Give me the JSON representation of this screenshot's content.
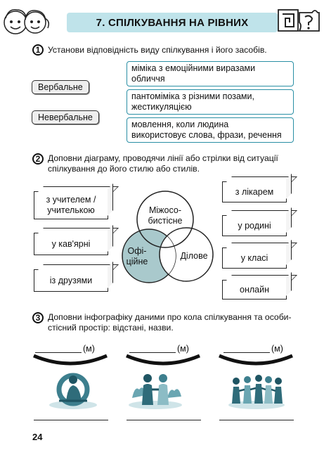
{
  "header": {
    "title": "7. СПІЛКУВАННЯ НА РІВНИХ"
  },
  "task1": {
    "number": "1",
    "instruction": "Установи відповідність виду спілкування і його засобів.",
    "types": [
      "Вербальне",
      "Невербальне"
    ],
    "definitions": [
      [
        "міміка з емоційними виразами",
        "обличчя"
      ],
      [
        "пантоміміка з різними позами,",
        "жестикуляцією"
      ],
      [
        "мовлення, коли людина",
        "використовує слова, фрази, речення"
      ]
    ]
  },
  "task2": {
    "number": "2",
    "instruction_lines": [
      "Доповни діаграму, проводячи лінії або стрілки від ситуації",
      "спілкування до його стилю або стилів."
    ],
    "left_boxes": [
      [
        "з учителем /",
        "учителькою"
      ],
      [
        "у кав'ярні"
      ],
      [
        "із друзями"
      ]
    ],
    "right_boxes": [
      "з лікарем",
      "у родині",
      "у класі",
      "онлайн"
    ],
    "venn": {
      "top": [
        "Міжосо-",
        "бистісне"
      ],
      "left": [
        "Офі-",
        "ційне"
      ],
      "right": [
        "Ділове"
      ]
    }
  },
  "task3": {
    "number": "3",
    "instruction_lines": [
      "Доповни інфографіку даними про кола спілкування та особи-",
      "стісний простір: відстані, назви."
    ],
    "unit_label": "(м)",
    "pictures": [
      "person-with-lifebuoy-icon",
      "two-people-talking-icon",
      "group-of-people-icon"
    ]
  },
  "footer": {
    "page_number": "24"
  },
  "colors": {
    "title_band": "#bfe3ea",
    "teal_border": "#2a8fa5",
    "venn_fill": "#a9c9cc"
  }
}
